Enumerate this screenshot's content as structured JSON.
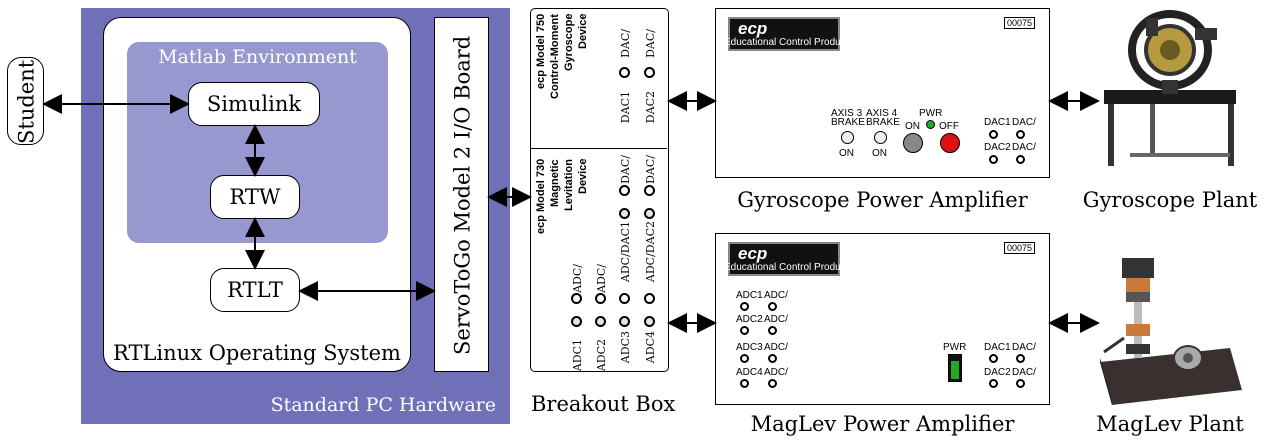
{
  "student": "Student",
  "pc": {
    "hardware_label": "Standard PC Hardware",
    "os_label": "RTLinux Operating System",
    "matlab_label": "Matlab Environment",
    "nodes": {
      "simulink": "Simulink",
      "rtw": "RTW",
      "rtlt": "RTLT"
    },
    "io_board": "ServoToGo Model 2 I/O Board"
  },
  "breakout": {
    "label": "Breakout Box",
    "gyro_device": [
      "ecp Model 750",
      "Control-Moment",
      "Gyroscope",
      "Device"
    ],
    "gyro_ports": [
      "DAC1",
      "DAC2",
      "DAC/",
      "DAC/"
    ],
    "maglev_device": [
      "ecp Model 730",
      "Magnetic",
      "Levitation",
      "Device"
    ],
    "maglev_ports_dac": [
      "ADC/DAC1",
      "ADC/DAC2",
      "DAC/",
      "DAC/"
    ],
    "maglev_ports_adc": [
      "ADC1",
      "ADC2",
      "ADC3",
      "ADC4",
      "ADC/",
      "ADC/"
    ]
  },
  "gyro_amp": {
    "label": "Gyroscope Power Amplifier",
    "brand": "ecp",
    "brand_name": "Educational Control Products",
    "serial": "00075",
    "axis3": "AXIS 3",
    "axis4": "AXIS 4",
    "brake": "BRAKE",
    "on": "ON",
    "pwr": "PWR",
    "pwr_on": "ON",
    "pwr_off": "OFF",
    "dac1": "DAC1",
    "dac2": "DAC2",
    "dac_slash": "DAC/"
  },
  "maglev_amp": {
    "label": "MagLev Power Amplifier",
    "brand": "ecp",
    "brand_name": "Educational Control Products",
    "serial": "00075",
    "adc": [
      "ADC1",
      "ADC2",
      "ADC3",
      "ADC4"
    ],
    "adc_slash": "ADC/",
    "pwr": "PWR",
    "dac1": "DAC1",
    "dac2": "DAC2",
    "dac_slash": "DAC/"
  },
  "plants": {
    "gyro": "Gyroscope Plant",
    "maglev": "MagLev Plant"
  },
  "colors": {
    "hardware": "#7070b8",
    "matlab": "#9898d0",
    "led_green": "#22aa22",
    "button_red": "#dd1111",
    "button_gray": "#888888"
  }
}
